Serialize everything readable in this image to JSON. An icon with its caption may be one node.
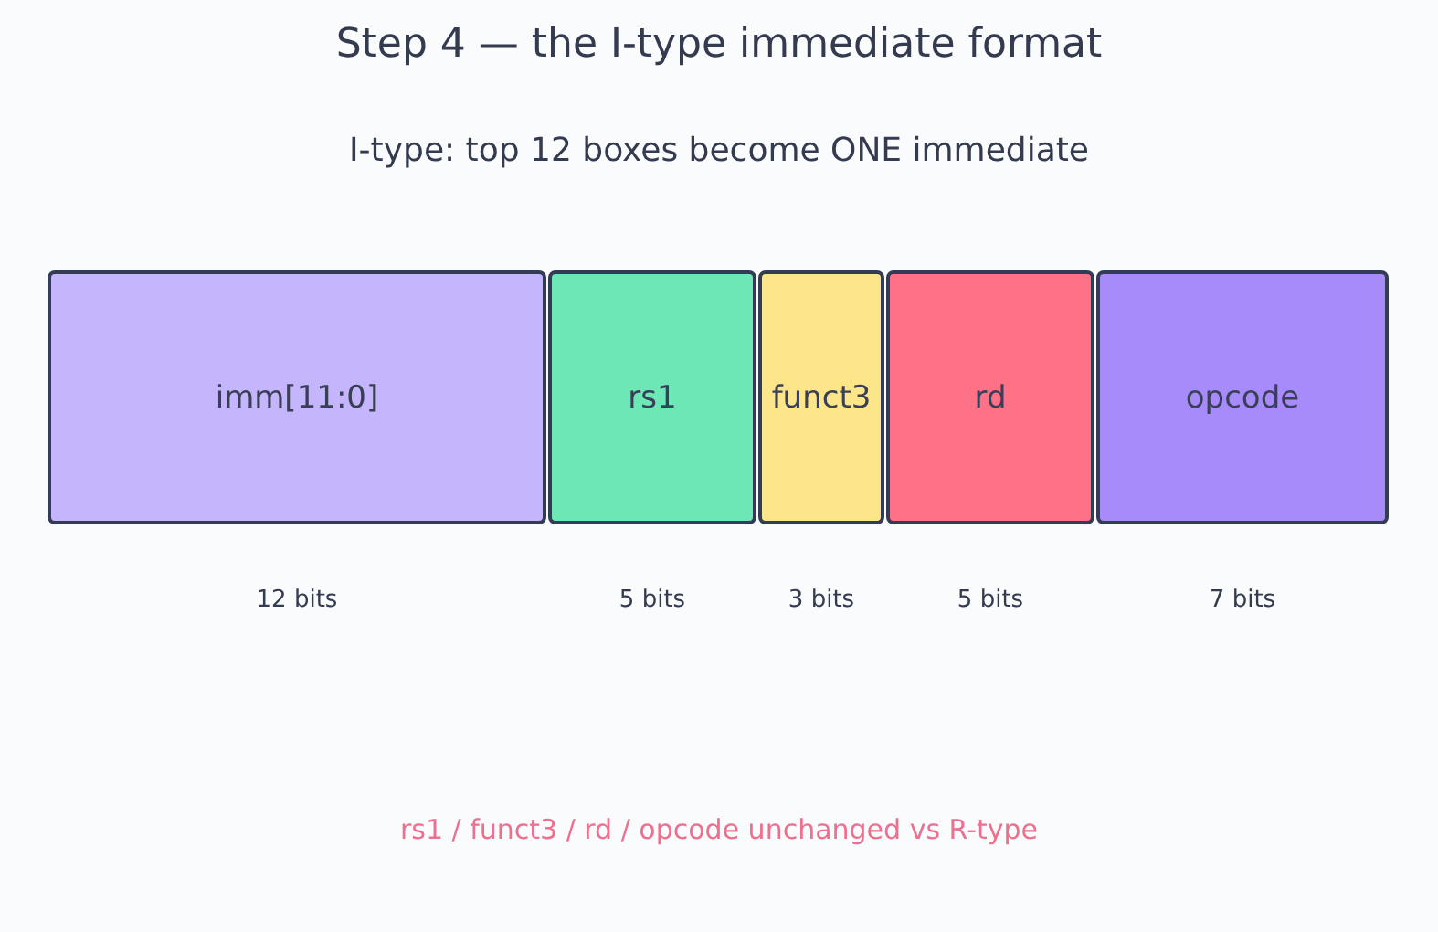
{
  "diagram": {
    "title": "Step 4 — the I-type immediate format",
    "nodes": [
      {
        "text": [
          "imm[11:0]"
        ],
        "beside": [
          "12 bits"
        ]
      },
      {
        "text": [
          "rs1"
        ],
        "beside": [
          "5 bits"
        ]
      },
      {
        "text": [
          "funct3"
        ],
        "beside": [
          "3 bits"
        ]
      },
      {
        "text": [
          "rd"
        ],
        "beside": [
          "5 bits"
        ]
      },
      {
        "text": [
          "opcode"
        ],
        "beside": [
          "7 bits"
        ]
      }
    ],
    "labels": [
      "I-type: top 12 boxes become ONE immediate",
      "rs1 / funct3 / rd / opcode unchanged vs R-type"
    ]
  }
}
